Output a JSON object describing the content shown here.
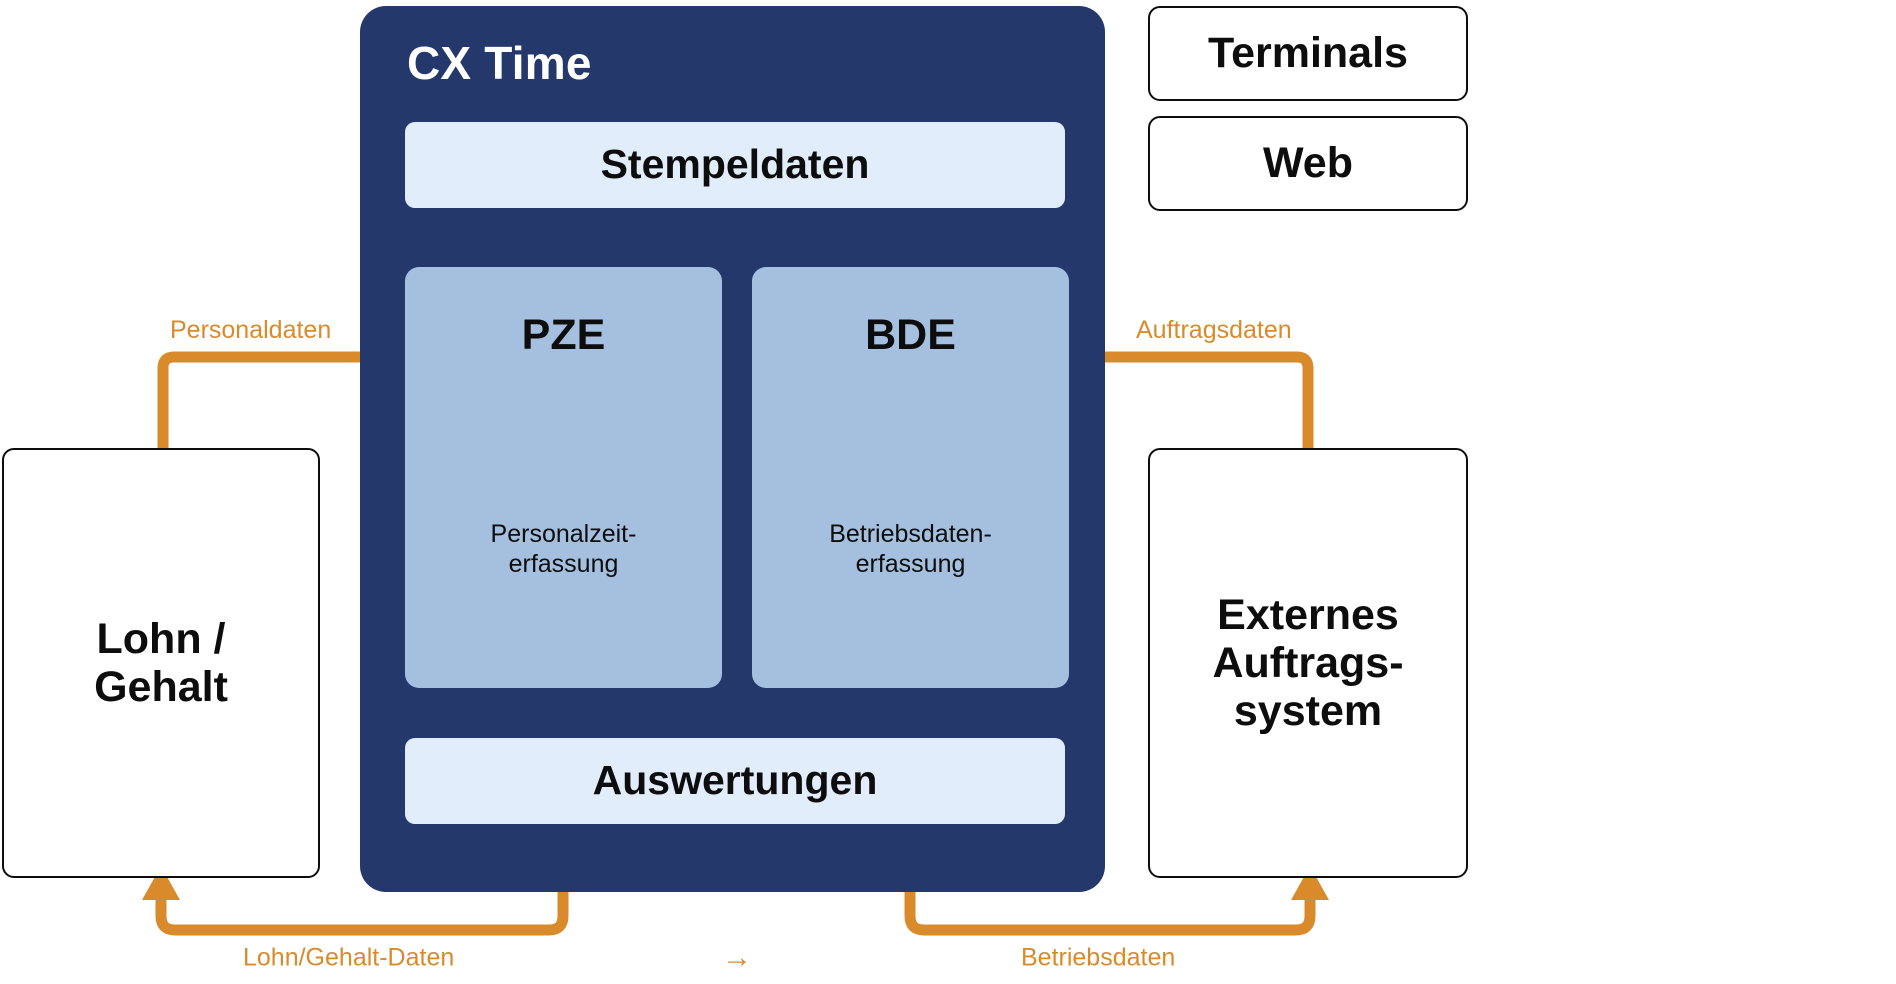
{
  "colors": {
    "navy": "#25386B",
    "pale_blue": "#E1EDFB",
    "module_blue": "#A5C0DE",
    "orange": "#D98B2C",
    "black": "#0d0d0d",
    "white": "#ffffff"
  },
  "system": {
    "title": "CX Time",
    "input_box": {
      "label": "Stempeldaten"
    },
    "output_box": {
      "label": "Auswertungen"
    },
    "modules": [
      {
        "title": "PZE",
        "subtitle_line1": "Personalzeit-",
        "subtitle_line2": "erfassung"
      },
      {
        "title": "BDE",
        "subtitle_line1": "Betriebsdaten-",
        "subtitle_line2": "erfassung"
      }
    ]
  },
  "sources": [
    {
      "label": "Terminals"
    },
    {
      "label": "Web"
    }
  ],
  "external": {
    "left": {
      "line1": "Lohn /",
      "line2": "Gehalt"
    },
    "right": {
      "line1": "Externes",
      "line2": "Auftrags-",
      "line3": "system"
    }
  },
  "flows": [
    {
      "label": "Personaldaten",
      "direction": "into-pze"
    },
    {
      "label": "Auftragsdaten",
      "direction": "into-bde"
    },
    {
      "label": "Lohn/Gehalt-Daten",
      "direction": "to-lohn-gehalt"
    },
    {
      "label": "Betriebsdaten",
      "direction": "to-auftragssystem"
    }
  ],
  "legend": {
    "arrow_glyph": "→"
  }
}
